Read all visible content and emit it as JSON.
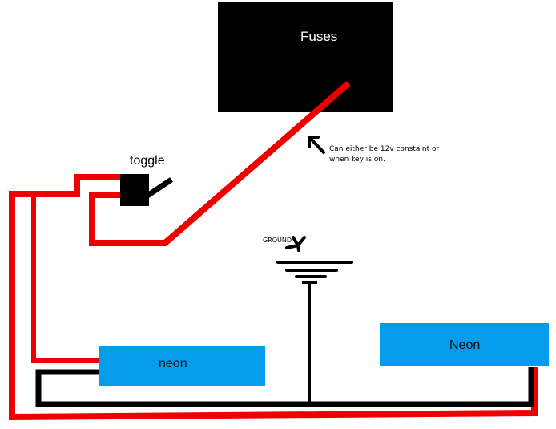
{
  "diagram": {
    "type": "wiring-diagram",
    "components": {
      "fuses": {
        "label": "Fuses"
      },
      "toggle": {
        "label": "toggle"
      },
      "neon_left": {
        "label": "neon"
      },
      "neon_right": {
        "label": "Neon"
      },
      "ground": {
        "label": "GROUND"
      }
    },
    "annotations": {
      "fuse_note": "Can either be 12v constaint or when key is on."
    },
    "colors": {
      "positive_wire": "#ee0000",
      "ground_wire": "#000000",
      "neon_box": "#049ceb",
      "fuse_box": "#000000"
    },
    "connections": [
      {
        "from": "fuses",
        "to": "toggle",
        "wire": "positive"
      },
      {
        "from": "toggle",
        "to": "neon_left",
        "wire": "positive"
      },
      {
        "from": "toggle",
        "to": "neon_right",
        "wire": "positive"
      },
      {
        "from": "neon_left",
        "to": "ground",
        "wire": "ground"
      },
      {
        "from": "neon_right",
        "to": "ground",
        "wire": "ground"
      }
    ]
  }
}
